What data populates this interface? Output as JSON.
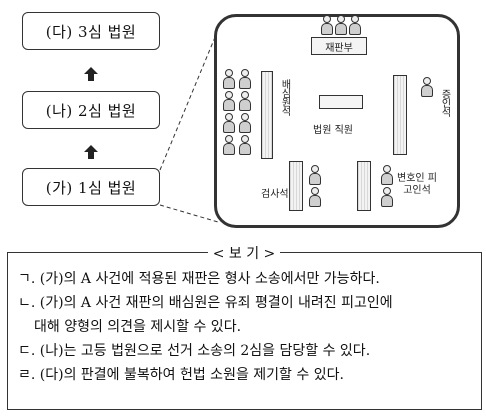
{
  "courts": {
    "supreme": "(다) 3심 법원",
    "appeal": "(나) 2심 법원",
    "first": "(가) 1심 법원"
  },
  "courtroom": {
    "judges": "재판부",
    "jury": "배심원석",
    "staff": "법원 직원",
    "witness": "증인석",
    "prosecutor": "검사석",
    "defense": "변호인 피고인석"
  },
  "view": {
    "title": "< 보 기 >",
    "statements": [
      {
        "text": "ㄱ. (가)의 A 사건에 적용된 재판은 형사 소송에서만 가능하다."
      },
      {
        "text": "ㄴ. (가)의 A 사건 재판의 배심원은 유죄 평결이 내려진 피고인에",
        "cont": "대해 양형의 의견을 제시할 수 있다."
      },
      {
        "text": "ㄷ. (나)는 고등 법원으로 선거 소송의 2심을 담당할 수 있다."
      },
      {
        "text": "ㄹ. (다)의 판결에 불복하여 헌법 소원을 제기할 수 있다."
      }
    ]
  }
}
